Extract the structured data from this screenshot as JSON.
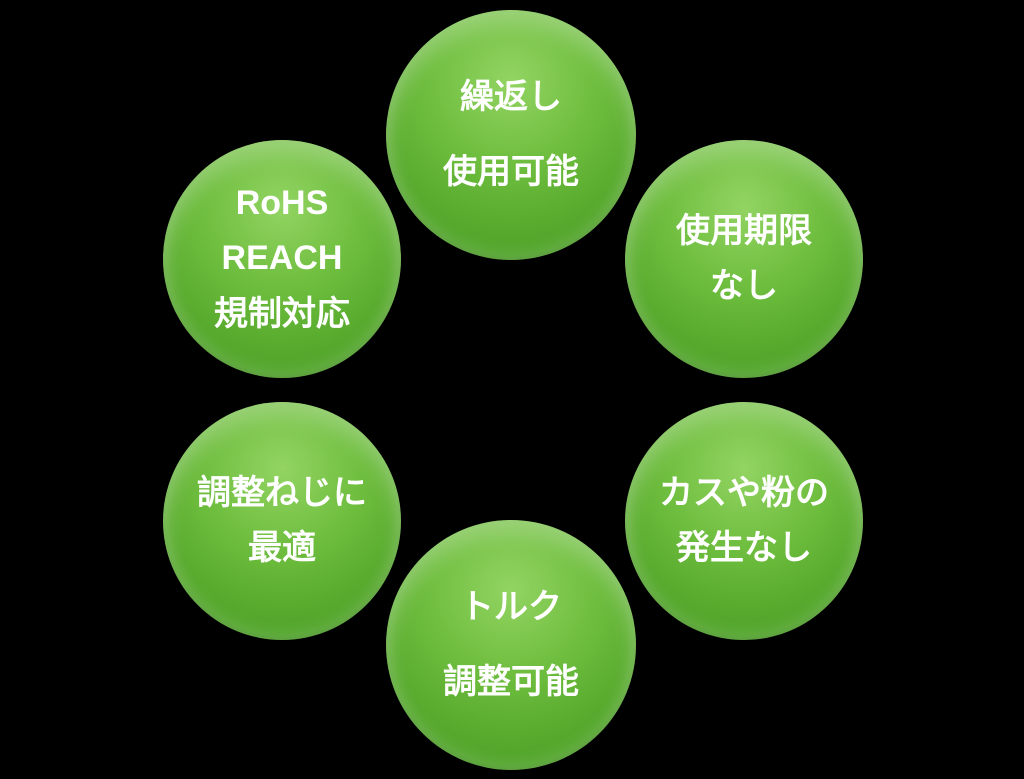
{
  "diagram": {
    "title": "product-feature-circle-diagram",
    "background_color": "#000000",
    "circle_color_light": "#93d463",
    "circle_color_dark": "#479d23",
    "text_color": "#ffffff",
    "circles": [
      {
        "id": "reusable",
        "position": "top",
        "lines": [
          "繰返し",
          "使用可能"
        ]
      },
      {
        "id": "no-expiration",
        "position": "upper-right",
        "lines": [
          "使用期限",
          "なし"
        ]
      },
      {
        "id": "no-debris",
        "position": "lower-right",
        "lines": [
          "カスや粉の",
          "発生なし"
        ]
      },
      {
        "id": "torque-adjustable",
        "position": "bottom",
        "lines": [
          "トルク",
          "調整可能"
        ]
      },
      {
        "id": "fits-adjust-screws",
        "position": "lower-left",
        "lines": [
          "調整ねじに",
          "最適"
        ]
      },
      {
        "id": "rohs-reach",
        "position": "upper-left",
        "lines": [
          "RoHS",
          "REACH",
          "規制対応"
        ]
      }
    ]
  }
}
